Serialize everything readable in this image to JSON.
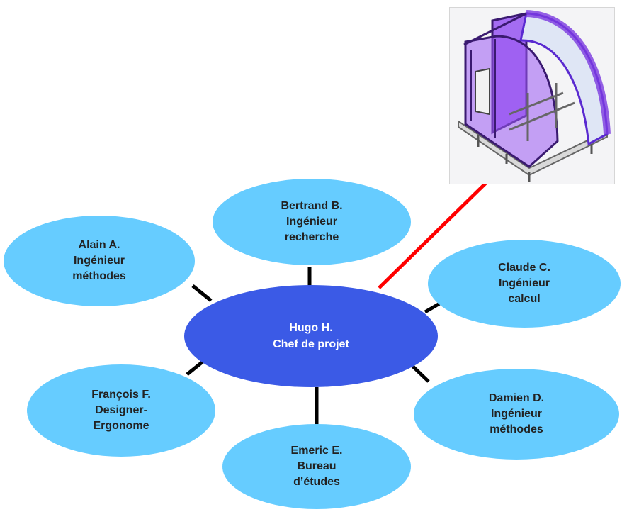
{
  "colors": {
    "center_fill": "#3b5ae6",
    "satellite_fill": "#66ccff",
    "connector": "#000000",
    "highlight_connector": "#ff0000",
    "frame_tint": "#8a3ff0"
  },
  "center": {
    "name": "Hugo H.",
    "role": "Chef de projet"
  },
  "members": [
    {
      "key": "bertrand",
      "lines": [
        "Bertrand B.",
        "Ingénieur",
        "recherche"
      ]
    },
    {
      "key": "alain",
      "lines": [
        "Alain A.",
        "Ingénieur",
        "méthodes"
      ]
    },
    {
      "key": "claude",
      "lines": [
        "Claude C.",
        "Ingénieur",
        "calcul"
      ]
    },
    {
      "key": "francois",
      "lines": [
        "François F.",
        "Designer-",
        "Ergonome"
      ]
    },
    {
      "key": "damien",
      "lines": [
        "Damien D.",
        "Ingénieur",
        "méthodes"
      ]
    },
    {
      "key": "emeric",
      "lines": [
        "Emeric E.",
        "Bureau",
        "d’études"
      ]
    }
  ],
  "image": {
    "icon": "cabin-frame-sketch-icon"
  }
}
